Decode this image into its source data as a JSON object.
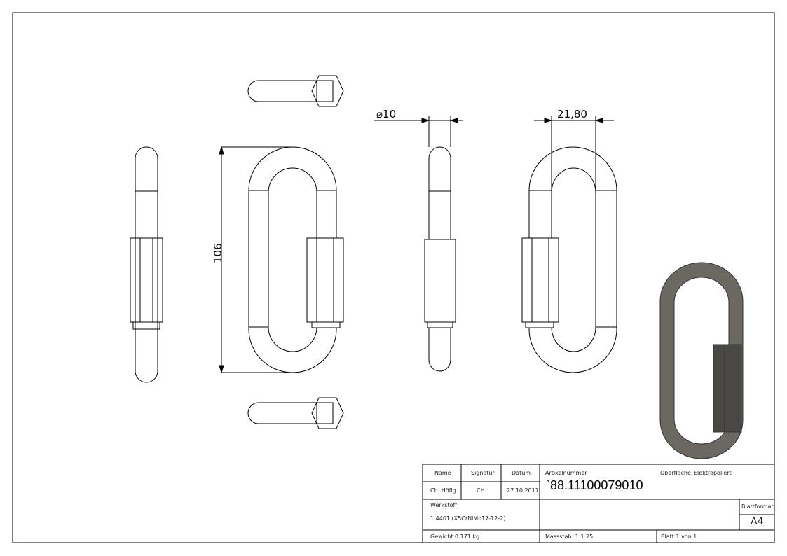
{
  "dimensions": {
    "diameter": "10",
    "width": "21,80",
    "height": "106"
  },
  "title_block": {
    "name_label": "Name",
    "signature_label": "Signatur",
    "date_label": "Datum",
    "name": "Ch. Höfig",
    "signature": "CH",
    "date": "27.10.2017",
    "article_label": "Artikelnummer",
    "article_number": "`88.11100079010",
    "surface_label": "Oberfläche:",
    "surface": "Elektropoliert",
    "material_label": "Werkstoff:",
    "material": "1.4401 (X5CrNiMo17-12-2)",
    "format_label": "Blattformat",
    "format": "A4",
    "weight": "Gewicht 0.171 kg",
    "scale": "Massstab: 1:1.25",
    "sheet": "Blatt 1 von 1"
  },
  "colors": {
    "line": "#000000",
    "render": "#5a5752"
  }
}
